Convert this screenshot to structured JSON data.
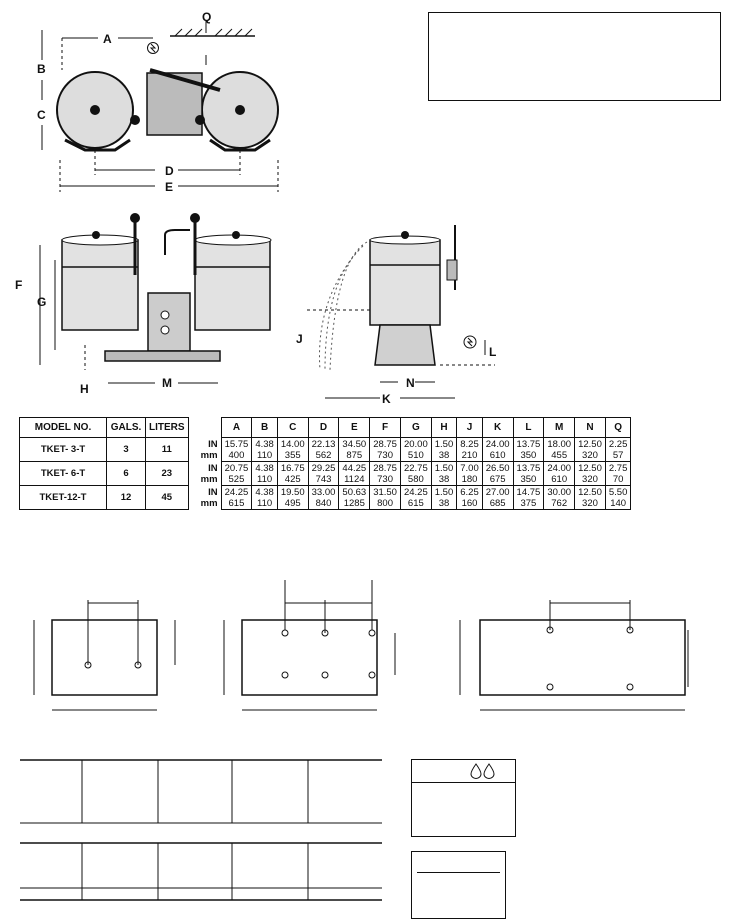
{
  "dimension_letters": {
    "A": "A",
    "B": "B",
    "C": "C",
    "D": "D",
    "E": "E",
    "F": "F",
    "G": "G",
    "H": "H",
    "J": "J",
    "K": "K",
    "L": "L",
    "M": "M",
    "N": "N",
    "Q": "Q"
  },
  "spec_table": {
    "headers": [
      "MODEL NO.",
      "GALS.",
      "LITERS",
      "A",
      "B",
      "C",
      "D",
      "E",
      "F",
      "G",
      "H",
      "J",
      "K",
      "L",
      "M",
      "N",
      "Q"
    ],
    "rows": [
      {
        "model": "TKET- 3-T",
        "gals": "3",
        "liters": "11",
        "in_label": "IN",
        "mm_label": "mm",
        "in": [
          "15.75",
          "4.38",
          "14.00",
          "22.13",
          "34.50",
          "28.75",
          "20.00",
          "1.50",
          "8.25",
          "24.00",
          "13.75",
          "18.00",
          "12.50",
          "2.25"
        ],
        "mm": [
          "400",
          "110",
          "355",
          "562",
          "875",
          "730",
          "510",
          "38",
          "210",
          "610",
          "350",
          "455",
          "320",
          "57"
        ]
      },
      {
        "model": "TKET- 6-T",
        "gals": "6",
        "liters": "23",
        "in_label": "IN",
        "mm_label": "mm",
        "in": [
          "20.75",
          "4.38",
          "16.75",
          "29.25",
          "44.25",
          "28.75",
          "22.75",
          "1.50",
          "7.00",
          "26.50",
          "13.75",
          "24.00",
          "12.50",
          "2.75"
        ],
        "mm": [
          "525",
          "110",
          "425",
          "743",
          "1124",
          "730",
          "580",
          "38",
          "180",
          "675",
          "350",
          "610",
          "320",
          "70"
        ]
      },
      {
        "model": "TKET-12-T",
        "gals": "12",
        "liters": "45",
        "in_label": "IN",
        "mm_label": "mm",
        "in": [
          "24.25",
          "4.38",
          "19.50",
          "33.00",
          "50.63",
          "31.50",
          "24.25",
          "1.50",
          "6.25",
          "27.00",
          "14.75",
          "30.00",
          "12.50",
          "5.50"
        ],
        "mm": [
          "615",
          "110",
          "495",
          "840",
          "1285",
          "800",
          "615",
          "38",
          "160",
          "685",
          "375",
          "762",
          "320",
          "140"
        ]
      }
    ]
  }
}
